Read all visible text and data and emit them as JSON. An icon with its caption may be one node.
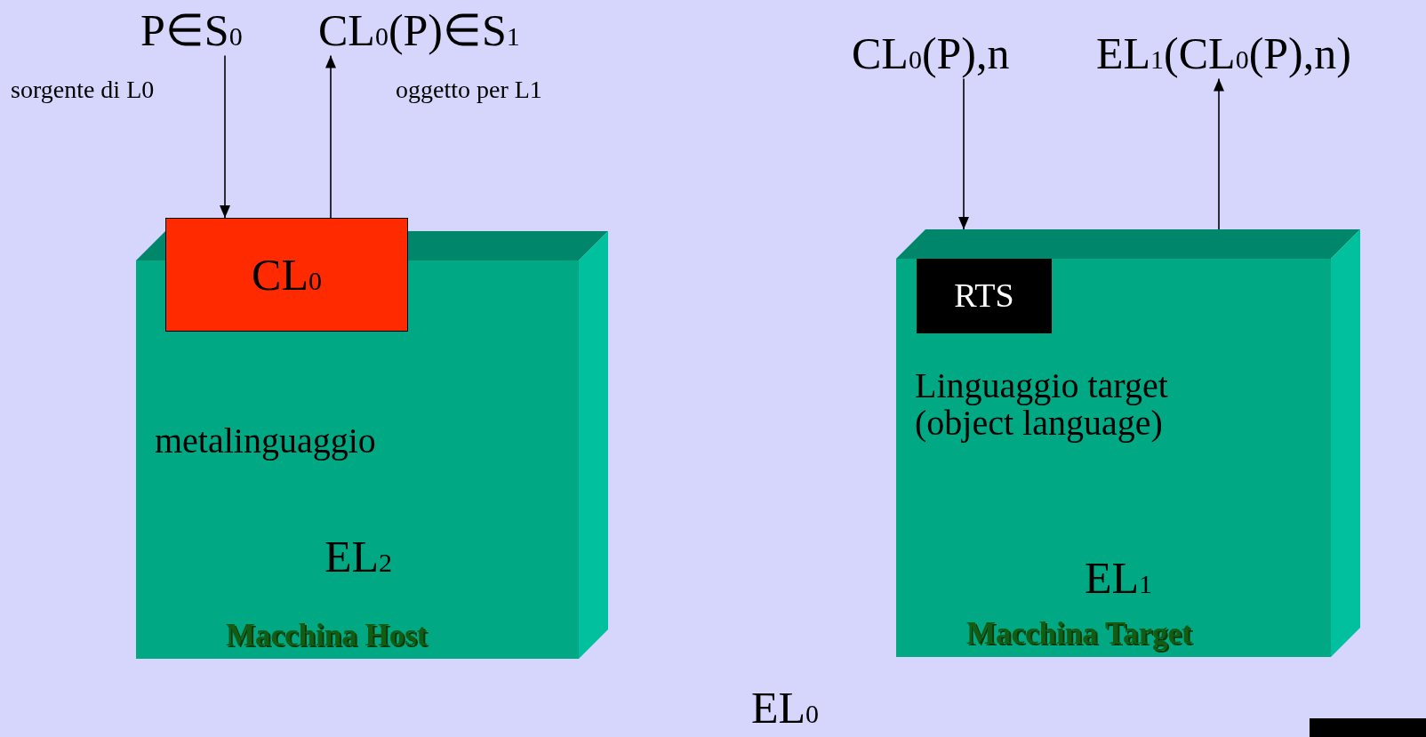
{
  "diagram": {
    "nodes": [
      {
        "text": [
          "metalinguaggio",
          "EL$_{2}$",
          "Macchina Host"
        ]
      },
      {
        "text": [
          "CL$_{0}$"
        ]
      },
      {
        "text": [
          "Linguaggio target (object language)",
          "EL$_{1}$",
          "Macchina Target"
        ]
      },
      {
        "text": [
          "RTS"
        ],
        "in": 2
      },
      {
        "text": [
          "P∈S$_{0}$"
        ],
        "beside": [
          "sorgente di L0"
        ]
      },
      {
        "text": [
          "CL$_{0}$(P)∈S$_{1}$"
        ],
        "beside": [
          "oggetto per L1"
        ]
      },
      {
        "text": [
          "CL$_{0}$(P),n"
        ]
      },
      {
        "text": [
          "EL$_{1}$(CL$_{0}$(P),n)"
        ]
      },
      {
        "text": [],
        "shape": "box"
      }
    ],
    "edges": [
      {
        "from": 4,
        "to": 1,
        "arrow": "to"
      },
      {
        "from": 1,
        "to": 5,
        "arrow": "to"
      },
      {
        "from": 6,
        "to": 2,
        "arrow": "to"
      },
      {
        "from": 2,
        "to": 7,
        "arrow": "to"
      }
    ],
    "labels": [
      "EL$_{0}$"
    ]
  }
}
